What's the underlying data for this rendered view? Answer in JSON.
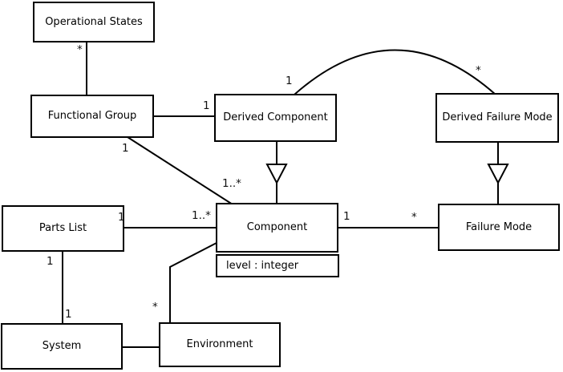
{
  "diagram": {
    "type": "uml-class-diagram",
    "colors": {
      "line": "#000000",
      "box_fill": "#ffffff",
      "background": "#ffffff"
    },
    "boxes": {
      "operational_states": {
        "label": "Operational States"
      },
      "functional_group": {
        "label": "Functional Group"
      },
      "derived_component": {
        "label": "Derived Component"
      },
      "derived_failure_mode": {
        "label": "Derived Failure Mode"
      },
      "parts_list": {
        "label": "Parts List"
      },
      "component": {
        "label": "Component",
        "attribute": "level : integer"
      },
      "failure_mode": {
        "label": "Failure Mode"
      },
      "system": {
        "label": "System"
      },
      "environment": {
        "label": "Environment"
      }
    },
    "multiplicities": {
      "operational_states_end": "*",
      "functional_group_to_derived_component": "1",
      "functional_group_diagonal": "1",
      "functional_group_to_component_many": "1..*",
      "derived_component_arc": "1",
      "derived_failure_mode_arc": "*",
      "parts_list_end": "1",
      "parts_list_to_component_many": "1..*",
      "component_to_failure_mode_one": "1",
      "component_to_failure_mode_star": "*",
      "parts_list_to_system_top": "1",
      "parts_list_to_system_bottom": "1",
      "environment_to_component_star": "*"
    }
  }
}
